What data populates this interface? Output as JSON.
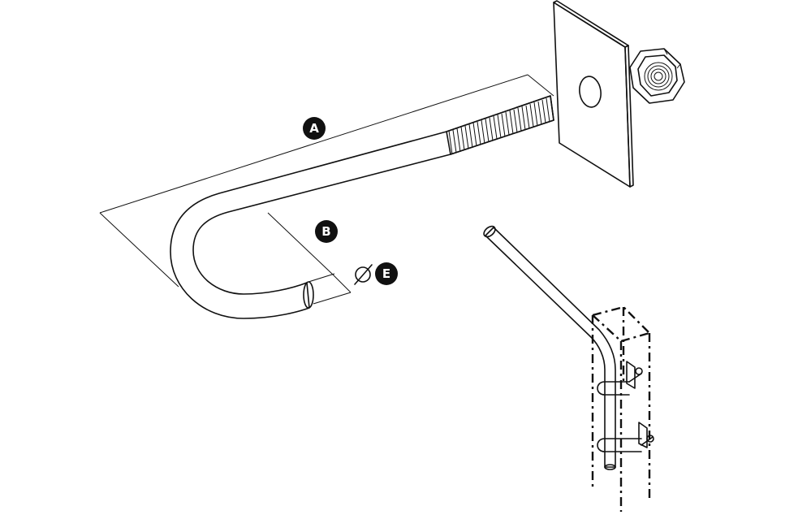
{
  "labels": {
    "a": "A",
    "b": "B",
    "e": "E",
    "diameter_symbol": "⌀"
  },
  "colors": {
    "stroke": "#111111",
    "badge": "#111111",
    "background": "#ffffff"
  }
}
